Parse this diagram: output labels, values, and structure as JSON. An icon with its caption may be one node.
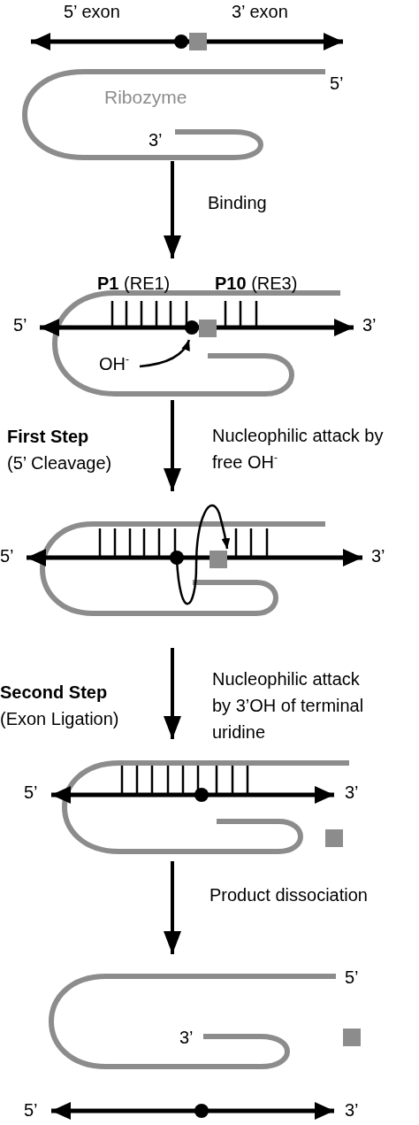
{
  "diagram": {
    "nodes": [
      {
        "text": [
          "5’ exon",
          "3’ exon",
          "5’",
          "Ribozyme",
          "3’"
        ]
      },
      {
        "text": [
          "**P1** (RE1)",
          "**P10** (RE3)",
          "5’",
          "3’",
          "OH$^{-}$"
        ]
      },
      {
        "text": [
          "5’",
          "3’"
        ]
      },
      {
        "text": [
          "5’",
          "3’"
        ]
      },
      {
        "text": [
          "5’",
          "3’",
          "5’",
          "3’"
        ]
      }
    ],
    "edges": [
      {
        "from": 0,
        "to": 1,
        "arrow": "to",
        "label": "Binding"
      },
      {
        "from": 1,
        "to": 2,
        "arrow": "to",
        "label": "Nucleophilic attack by free OH$^{-}$"
      },
      {
        "from": 2,
        "to": 3,
        "arrow": "to",
        "label": "Nucleophilic attack by 3’OH of terminal uridine"
      },
      {
        "from": 3,
        "to": 4,
        "arrow": "to",
        "label": "Product dissociation"
      }
    ],
    "labels": [
      "First Step",
      "(5’ Cleavage)",
      "Second Step",
      "(Exon Ligation)"
    ]
  }
}
